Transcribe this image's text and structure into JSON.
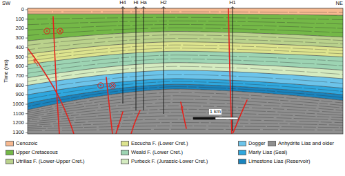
{
  "diagram": {
    "labels": [
      "SW",
      "NE",
      "H4",
      "Hi",
      "Ha",
      "H2",
      "H1",
      "0",
      "100",
      "200",
      "300",
      "400",
      "500",
      "600",
      "700",
      "800",
      "900",
      "1000",
      "1100",
      "1200",
      "1300",
      "Time (ms)",
      "1 km"
    ],
    "legend": [
      {
        "text": "Cenozoic",
        "color": "#f7b990"
      },
      {
        "text": "Upper Cretaceous",
        "color": "#74b847"
      },
      {
        "text": "Utrillas F. (Lower-Upper Cret.)",
        "color": "#bad28c"
      },
      {
        "text": "Escucha F. (Lower Cret.)",
        "color": "#dde48e"
      },
      {
        "text": "Weald F. (Lower Cret.)",
        "color": "#9dd4b3"
      },
      {
        "text": "Purbeck F. (Jurassic-Lower Cret.)",
        "color": "#d4ebc0"
      },
      {
        "text": "Dogger",
        "color": "#6cc4ea"
      },
      {
        "text": "Marly Lias (Seal)",
        "color": "#2fa7de"
      },
      {
        "text": "Limestone Lias (Reservoir)",
        "color": "#1a84be"
      },
      {
        "text": "Anhydrite Lias and older",
        "color": "#8f8f8f"
      }
    ]
  }
}
